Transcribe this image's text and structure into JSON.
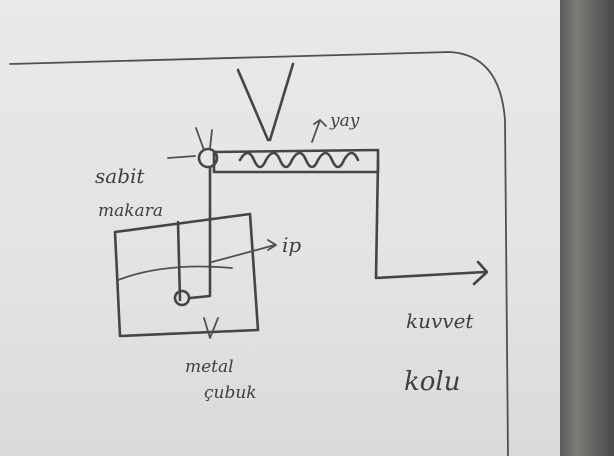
{
  "labels": {
    "sabit": "sabit",
    "makara": "makara",
    "yay": "yay",
    "ip": "ip",
    "metal": "metal",
    "cubuk": "çubuk",
    "kuvvet": "kuvvet",
    "kolu": "kolu"
  },
  "colors": {
    "paper": "#e6e6e4",
    "ink": "#454545",
    "background": "#6f6f6c"
  }
}
